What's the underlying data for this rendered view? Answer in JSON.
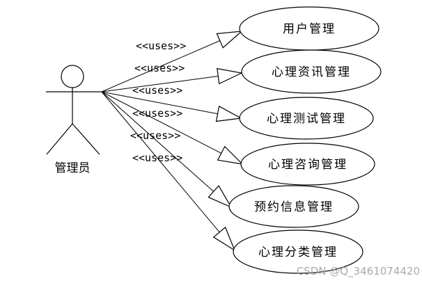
{
  "actor": {
    "label": "管理员"
  },
  "stereotype": "<<uses>>",
  "use_cases": [
    {
      "id": "user-mgmt",
      "label": "用户管理"
    },
    {
      "id": "info-mgmt",
      "label": "心理资讯管理"
    },
    {
      "id": "test-mgmt",
      "label": "心理测试管理"
    },
    {
      "id": "consult-mgmt",
      "label": "心理咨询管理"
    },
    {
      "id": "booking-mgmt",
      "label": "预约信息管理"
    },
    {
      "id": "category-mgmt",
      "label": "心理分类管理"
    }
  ],
  "watermark": "CSDN @Q_3461074420",
  "colors": {
    "stroke": "#000000",
    "background": "#ffffff",
    "watermark": "#aaaaaa"
  }
}
